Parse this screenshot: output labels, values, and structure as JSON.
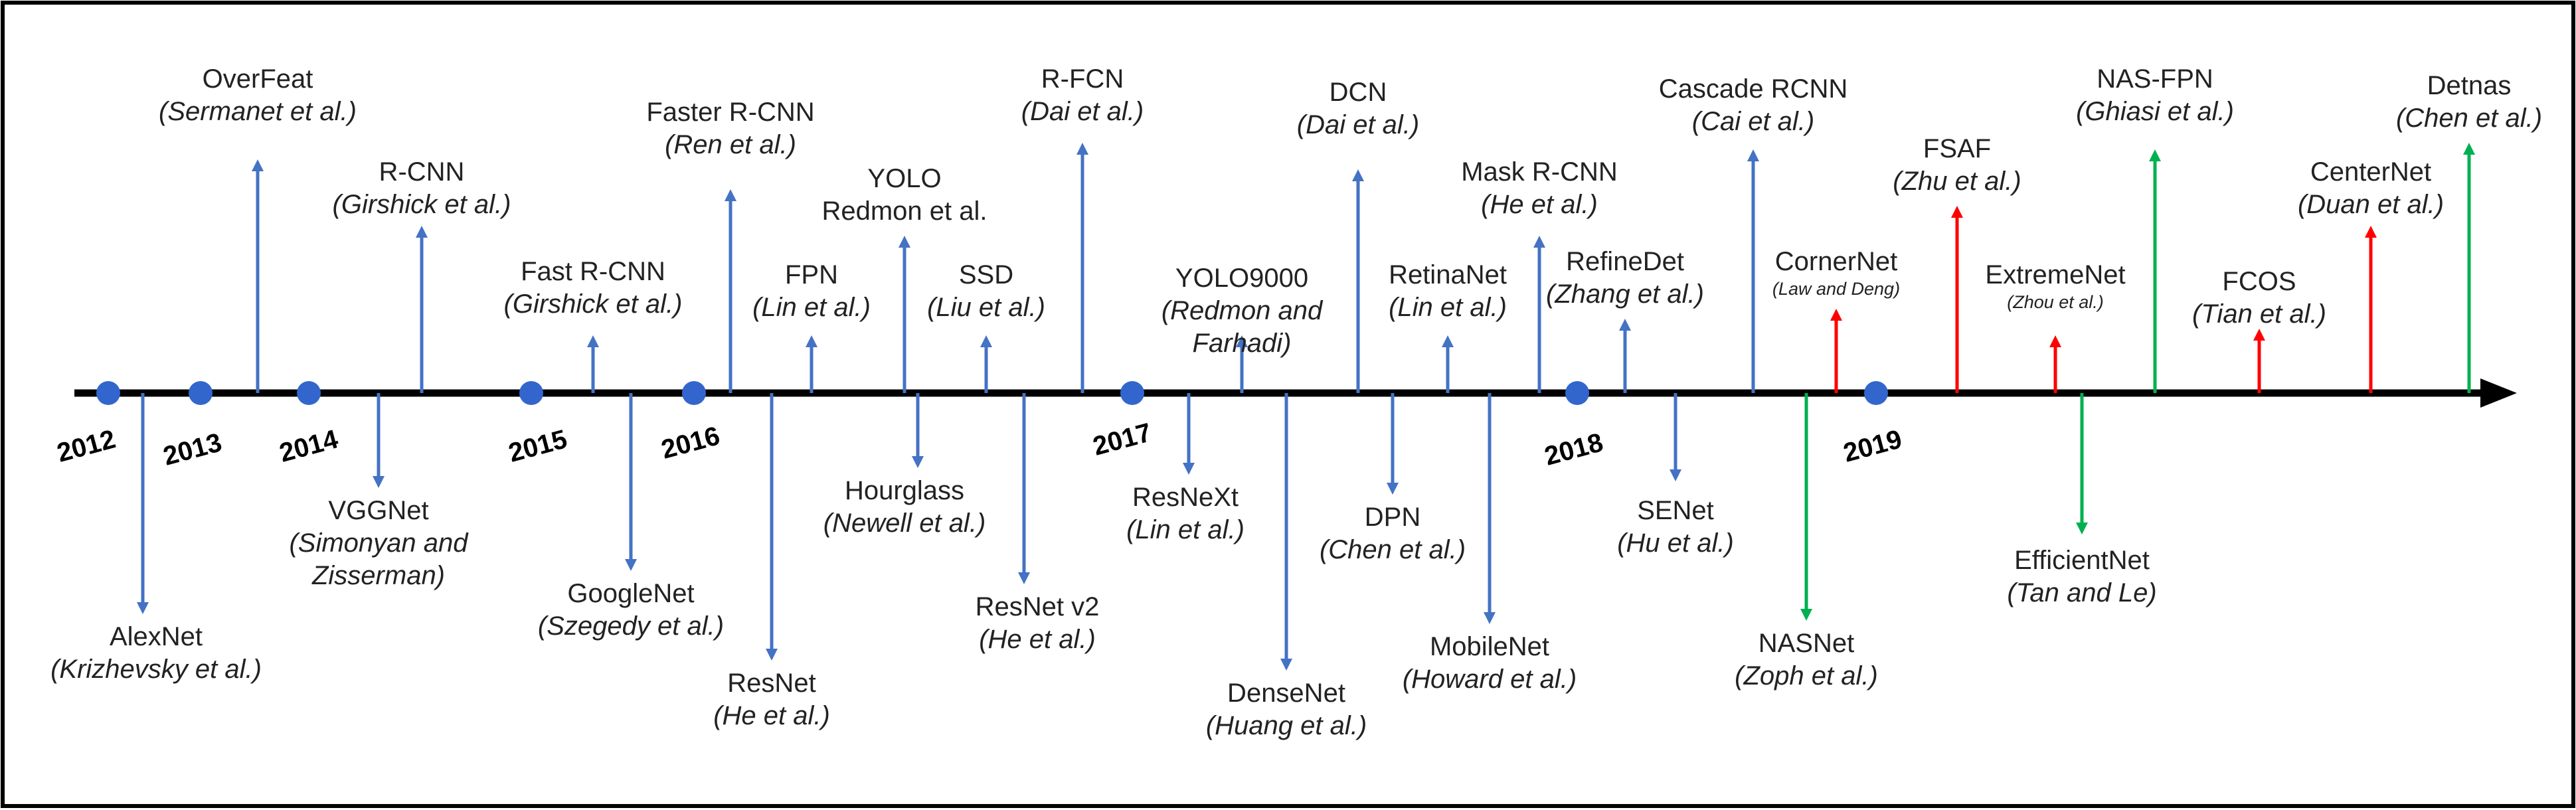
{
  "colors": {
    "timeline": "#000000",
    "dot": "#3366cc",
    "blue": "#4472c4",
    "red": "#ff0000",
    "green": "#00b050",
    "border": "#000000"
  },
  "years": [
    {
      "label": "2012"
    },
    {
      "label": "2013"
    },
    {
      "label": "2014"
    },
    {
      "label": "2015"
    },
    {
      "label": "2016"
    },
    {
      "label": "2017"
    },
    {
      "label": "2018"
    },
    {
      "label": "2019"
    }
  ],
  "models": [
    {
      "id": "alexnet",
      "name": "AlexNet",
      "authors": "Krizhevsky et al.",
      "dir": "down",
      "color": "blue"
    },
    {
      "id": "overfeat",
      "name": "OverFeat",
      "authors": "Sermanet et al.",
      "dir": "up",
      "color": "blue"
    },
    {
      "id": "vggnet",
      "name": "VGGNet",
      "authors": "Simonyan and",
      "authors2": "Zisserman)",
      "dir": "down",
      "color": "blue"
    },
    {
      "id": "rcnn",
      "name": "R-CNN",
      "authors": "Girshick et al.",
      "dir": "up",
      "color": "blue"
    },
    {
      "id": "fast-rcnn",
      "name": "Fast R-CNN",
      "authors": "Girshick et al.",
      "dir": "up",
      "color": "blue"
    },
    {
      "id": "googlenet",
      "name": "GoogleNet",
      "authors": "Szegedy et al.",
      "dir": "down",
      "color": "blue"
    },
    {
      "id": "faster-rcnn",
      "name": "Faster R-CNN",
      "authors": "Ren et al.",
      "dir": "up",
      "color": "blue"
    },
    {
      "id": "resnet",
      "name": "ResNet",
      "authors": "He et al.",
      "dir": "down",
      "color": "blue"
    },
    {
      "id": "fpn",
      "name": "FPN",
      "authors": "Lin et al.",
      "dir": "up",
      "color": "blue"
    },
    {
      "id": "yolo",
      "name": "YOLO",
      "authors": "Redmon et al.",
      "dir": "up",
      "color": "blue"
    },
    {
      "id": "hourglass",
      "name": "Hourglass",
      "authors": "Newell et al.",
      "dir": "down",
      "color": "blue"
    },
    {
      "id": "ssd",
      "name": "SSD",
      "authors": "Liu et al.",
      "dir": "up",
      "color": "blue"
    },
    {
      "id": "resnet-v2",
      "name": "ResNet v2",
      "authors": "He et al.",
      "dir": "down",
      "color": "blue"
    },
    {
      "id": "r-fcn",
      "name": "R-FCN",
      "authors": "Dai et al.",
      "dir": "up",
      "color": "blue"
    },
    {
      "id": "resnext",
      "name": "ResNeXt",
      "authors": "Lin et al.",
      "dir": "down",
      "color": "blue"
    },
    {
      "id": "yolo9000",
      "name": "YOLO9000",
      "authors": "Redmon and",
      "authors2": "Farhadi)",
      "dir": "up",
      "color": "blue"
    },
    {
      "id": "densenet",
      "name": "DenseNet",
      "authors": "Huang et al.",
      "dir": "down",
      "color": "blue"
    },
    {
      "id": "dcn",
      "name": "DCN",
      "authors": "Dai et al.",
      "dir": "up",
      "color": "blue"
    },
    {
      "id": "dpn",
      "name": "DPN",
      "authors": "Chen et al.",
      "dir": "down",
      "color": "blue"
    },
    {
      "id": "retinanet",
      "name": "RetinaNet",
      "authors": "Lin et al.",
      "dir": "up",
      "color": "blue"
    },
    {
      "id": "mobilenet",
      "name": "MobileNet",
      "authors": "Howard et al.",
      "dir": "down",
      "color": "blue"
    },
    {
      "id": "mask-rcnn",
      "name": "Mask R-CNN",
      "authors": "He et al.",
      "dir": "up",
      "color": "blue"
    },
    {
      "id": "refinedet",
      "name": "RefineDet",
      "authors": "Zhang et al.",
      "dir": "up",
      "color": "blue"
    },
    {
      "id": "senet",
      "name": "SENet",
      "authors": "Hu et al.",
      "dir": "down",
      "color": "blue"
    },
    {
      "id": "cascade-rcnn",
      "name": "Cascade RCNN",
      "authors": "Cai et al.",
      "dir": "up",
      "color": "blue"
    },
    {
      "id": "cornernet",
      "name": "CornerNet",
      "authors": "Law and Deng",
      "dir": "up",
      "color": "red"
    },
    {
      "id": "nasnet",
      "name": "NASNet",
      "authors": "Zoph et al.",
      "dir": "down",
      "color": "green"
    },
    {
      "id": "fsaf",
      "name": "FSAF",
      "authors": "Zhu et al.",
      "dir": "up",
      "color": "red"
    },
    {
      "id": "extremenet",
      "name": "ExtremeNet",
      "authors": "Zhou et al.",
      "dir": "up",
      "color": "red"
    },
    {
      "id": "efficientnet",
      "name": "EfficientNet",
      "authors": "Tan and Le",
      "dir": "down",
      "color": "green"
    },
    {
      "id": "nas-fpn",
      "name": "NAS-FPN",
      "authors": "Ghiasi et al.",
      "dir": "up",
      "color": "green"
    },
    {
      "id": "fcos",
      "name": "FCOS",
      "authors": "Tian et al.",
      "dir": "up",
      "color": "red"
    },
    {
      "id": "centernet",
      "name": "CenterNet",
      "authors": "Duan et al.",
      "dir": "up",
      "color": "red"
    },
    {
      "id": "detnas",
      "name": "Detnas",
      "authors": "Chen et al.",
      "dir": "up",
      "color": "green"
    }
  ]
}
